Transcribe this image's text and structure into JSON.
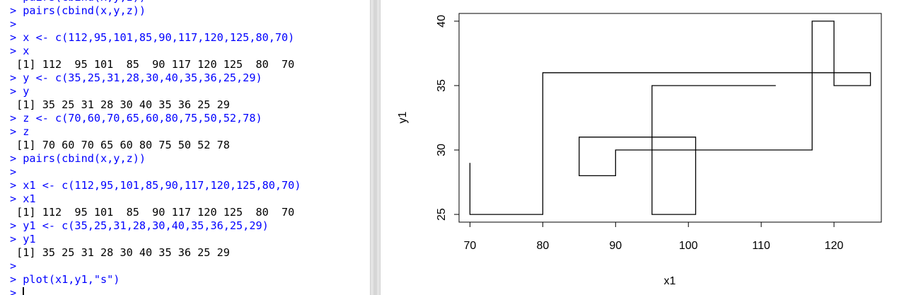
{
  "console": {
    "lines": [
      {
        "kind": "cmd",
        "text": "> pairs(cbind(x,y,z))"
      },
      {
        "kind": "cmd",
        "text": "> pairs(cbind(x,y,z))"
      },
      {
        "kind": "cmd",
        "text": ">"
      },
      {
        "kind": "cmd",
        "text": "> x <- c(112,95,101,85,90,117,120,125,80,70)"
      },
      {
        "kind": "cmd",
        "text": "> x"
      },
      {
        "kind": "out",
        "text": " [1] 112  95 101  85  90 117 120 125  80  70"
      },
      {
        "kind": "cmd",
        "text": "> y <- c(35,25,31,28,30,40,35,36,25,29)"
      },
      {
        "kind": "cmd",
        "text": "> y"
      },
      {
        "kind": "out",
        "text": " [1] 35 25 31 28 30 40 35 36 25 29"
      },
      {
        "kind": "cmd",
        "text": "> z <- c(70,60,70,65,60,80,75,50,52,78)"
      },
      {
        "kind": "cmd",
        "text": "> z"
      },
      {
        "kind": "out",
        "text": " [1] 70 60 70 65 60 80 75 50 52 78"
      },
      {
        "kind": "cmd",
        "text": "> pairs(cbind(x,y,z))"
      },
      {
        "kind": "cmd",
        "text": ">"
      },
      {
        "kind": "cmd",
        "text": "> x1 <- c(112,95,101,85,90,117,120,125,80,70)"
      },
      {
        "kind": "cmd",
        "text": "> x1"
      },
      {
        "kind": "out",
        "text": " [1] 112  95 101  85  90 117 120 125  80  70"
      },
      {
        "kind": "cmd",
        "text": "> y1 <- c(35,25,31,28,30,40,35,36,25,29)"
      },
      {
        "kind": "cmd",
        "text": "> y1"
      },
      {
        "kind": "out",
        "text": " [1] 35 25 31 28 30 40 35 36 25 29"
      },
      {
        "kind": "cmd",
        "text": ">"
      },
      {
        "kind": "cmd",
        "text": "> plot(x1,y1,\"s\")"
      }
    ],
    "prompt": ">"
  },
  "colors": {
    "command": "#0000ff",
    "output": "#000000",
    "splitter": "#e4e4e4"
  },
  "chart_data": {
    "type": "line",
    "line_style": "step",
    "x": [
      112,
      95,
      101,
      85,
      90,
      117,
      120,
      125,
      80,
      70
    ],
    "y": [
      35,
      25,
      31,
      28,
      30,
      40,
      35,
      36,
      25,
      29
    ],
    "xlabel": "x1",
    "ylabel": "y1",
    "xlim": [
      68.5,
      126.5
    ],
    "ylim": [
      24.4,
      40.6
    ],
    "xticks": [
      70,
      80,
      90,
      100,
      110,
      120
    ],
    "yticks": [
      25,
      30,
      35,
      40
    ],
    "grid": false
  }
}
